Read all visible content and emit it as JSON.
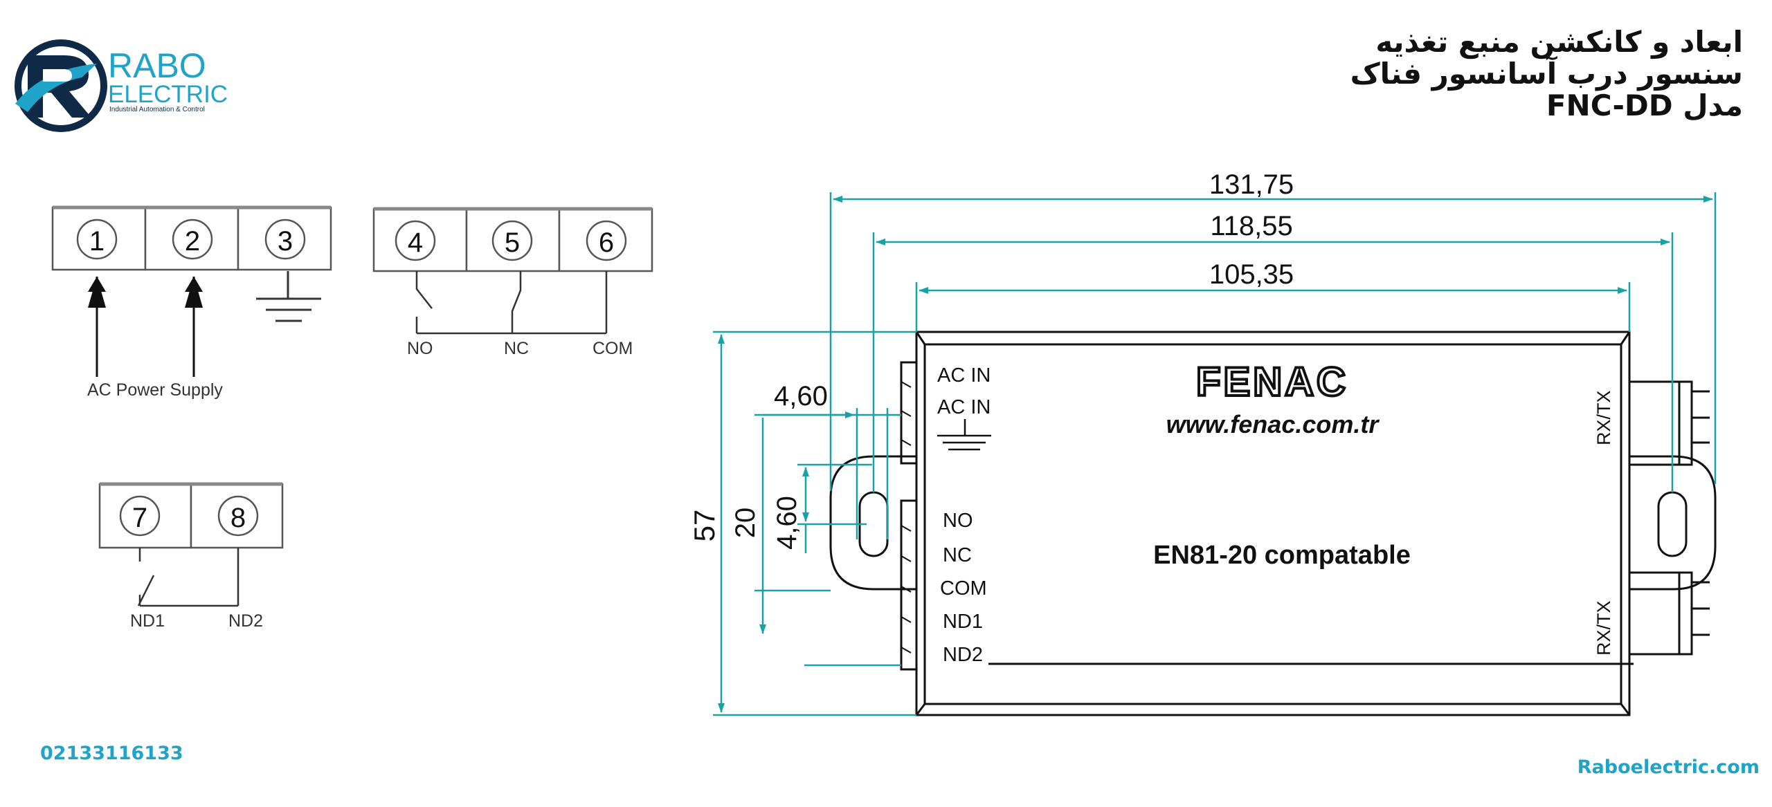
{
  "title": {
    "line1": "ابعاد و کانکشن منبع تغذیه",
    "line2": "سنسور درب آسانسور فناک",
    "line3": "مدل FNC-DD"
  },
  "logo": {
    "name": "RABO",
    "name2": "ELECTRIC",
    "tagline": "Industrial Automation & Control"
  },
  "contact": {
    "phone": "02133116133",
    "website": "Raboelectric.com"
  },
  "terminals": {
    "group_a": [
      "1",
      "2",
      "3"
    ],
    "group_b": [
      "4",
      "5",
      "6"
    ],
    "group_c": [
      "7",
      "8"
    ],
    "power_label": "AC Power Supply",
    "relay_labels": [
      "NO",
      "NC",
      "COM"
    ],
    "nd_labels": [
      "ND1",
      "ND2"
    ]
  },
  "drawing": {
    "dims": {
      "overall": "131,75",
      "middle": "118,55",
      "inner": "105,35",
      "height": "57",
      "height_small": "20",
      "pitch_top": "4,60",
      "pitch_side": "4,60"
    },
    "pins": [
      "AC IN",
      "AC IN",
      "NO",
      "NC",
      "COM",
      "ND1",
      "ND2"
    ],
    "brand": "FENAC",
    "brand_url": "www.fenac.com.tr",
    "compliance": "EN81-20 compatable",
    "port_top": "RX/TX",
    "port_bottom": "RX/TX"
  }
}
